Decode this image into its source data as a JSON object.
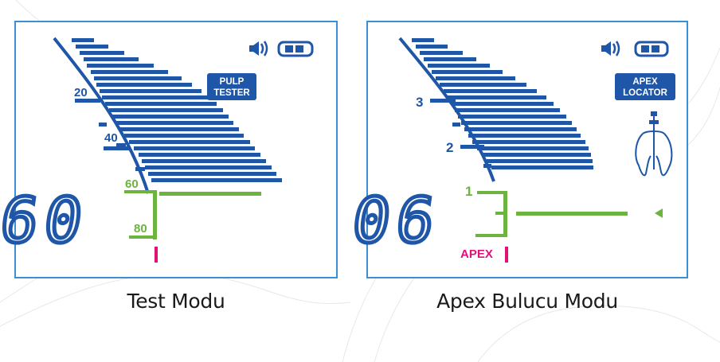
{
  "colors": {
    "lcd_blue": "#1f56a8",
    "lcd_green": "#6cb33f",
    "lcd_magenta": "#e0127a",
    "frame_blue": "#3a8fd6",
    "caption_text": "#1a1a1a"
  },
  "icons": [
    "speaker-icon",
    "battery-icon",
    "tooth-with-file-icon",
    "pointer-triangle-icon"
  ],
  "test_mode": {
    "caption": "Test Modu",
    "badge_line1": "PULP",
    "badge_line2": "TESTER",
    "display_value": "60",
    "scale_labels": [
      "20",
      "40",
      "60",
      "80"
    ],
    "battery_level": 0.67
  },
  "apex_mode": {
    "caption": "Apex Bulucu Modu",
    "badge_line1": "APEX",
    "badge_line2": "LOCATOR",
    "display_value": "06",
    "scale_labels": [
      "3",
      "2",
      "1"
    ],
    "apex_label": "APEX",
    "battery_level": 0.67
  }
}
